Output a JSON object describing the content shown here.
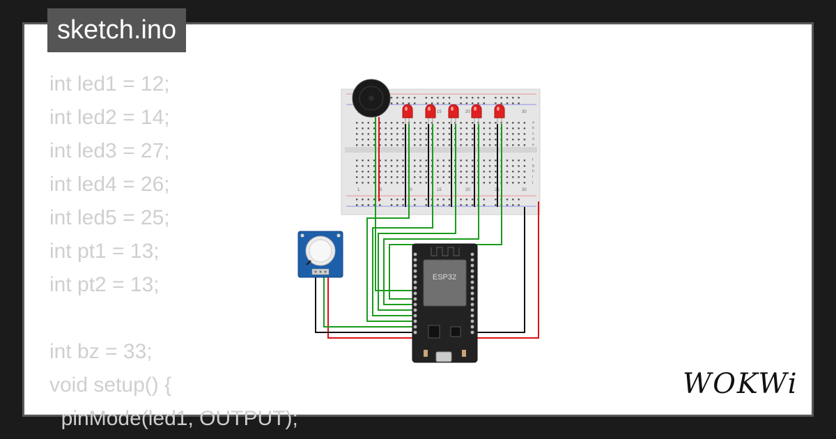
{
  "tab": {
    "filename": "sketch.ino"
  },
  "code_lines": [
    "int led1 = 12;",
    "int led2 = 14;",
    "int led3 = 27;",
    "int led4 = 26;",
    "int led5 = 25;",
    "int pt1 = 13;",
    "int pt2 = 13;",
    "",
    "int bz = 33;",
    "void setup() {",
    "  pinMode(led1, OUTPUT);"
  ],
  "board": {
    "chip_label": "ESP32"
  },
  "breadboard": {
    "col_numbers": [
      "1",
      "5",
      "10",
      "15",
      "20",
      "25",
      "30"
    ],
    "row_letters_top": [
      "a",
      "b",
      "c",
      "d",
      "e"
    ],
    "row_letters_bottom": [
      "f",
      "g",
      "h",
      "i",
      "j"
    ]
  },
  "brand": {
    "logo": "WOKWi"
  },
  "colors": {
    "wire_green": "#1a9a1a",
    "wire_red": "#dd1111",
    "wire_black": "#111111",
    "led_red": "#e02020",
    "pot_blue": "#1d5fa8"
  }
}
